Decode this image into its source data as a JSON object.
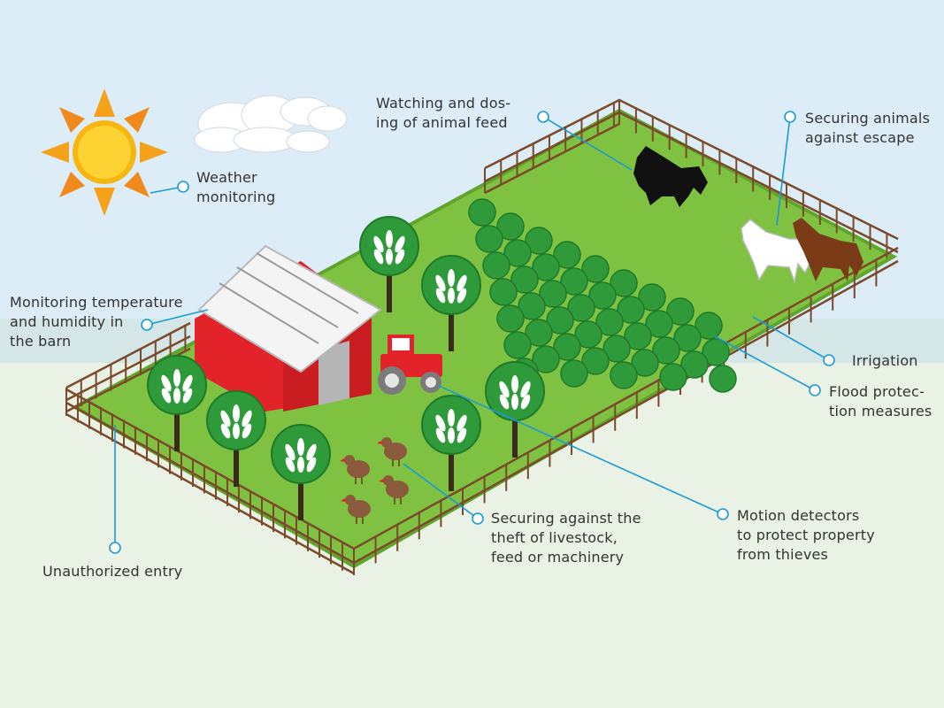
{
  "colors": {
    "sky_top": "#dcedf8",
    "ground": "#eaf1e5",
    "grass": "#7fc242",
    "grass_edge": "#5fa52b",
    "fence": "#7a4a2a",
    "barn_red": "#e3232a",
    "barn_roof": "#f4f4f4",
    "tree_green": "#2f9a3a",
    "crop_green": "#2f9a3a",
    "callout": "#1a9ad6",
    "sun": "#f5a21a"
  },
  "icons": [
    "sun-icon",
    "cloud-icon",
    "barn-icon",
    "tractor-icon",
    "horse-icon",
    "chicken-icon",
    "tree-icon",
    "crop-icon",
    "fence-icon"
  ],
  "labels": {
    "weather": "Weather\nmonitoring",
    "feed": "Watching and dos-\ning of animal feed",
    "escape": "Securing animals\nagainst escape",
    "barn": "Monitoring temperature\nand humidity in\nthe barn",
    "irrigation": "Irrigation",
    "flood": "Flood protec-\ntion measures",
    "theft": "Securing against the\ntheft of livestock,\nfeed or machinery",
    "motion": "Motion detectors\nto protect property\nfrom thieves",
    "entry": "Unauthorized entry"
  }
}
